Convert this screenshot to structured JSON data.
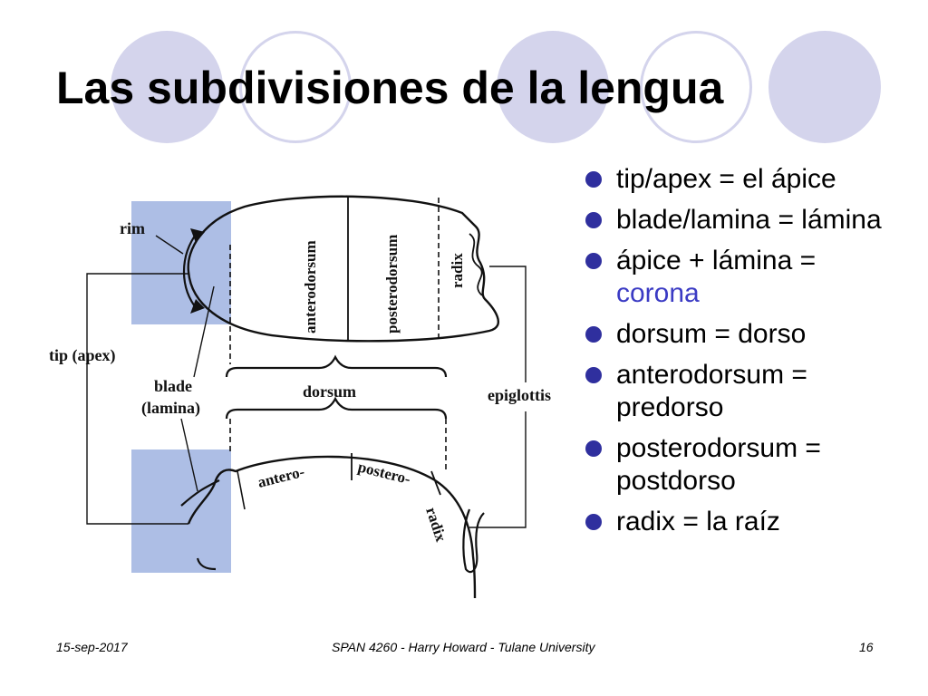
{
  "slide": {
    "title": "Las subdivisiones de la lengua",
    "bullets": [
      {
        "term": "tip/apex = el ápice",
        "value": ""
      },
      {
        "term": "blade/lamina = lámina",
        "value": ""
      },
      {
        "term": "ápice + lámina = ",
        "value": "corona"
      },
      {
        "term": "dorsum = dorso",
        "value": ""
      },
      {
        "term": "anterodorsum = predorso",
        "value": ""
      },
      {
        "term": "posterodorsum = postdorso",
        "value": ""
      },
      {
        "term": "radix = la raíz",
        "value": ""
      }
    ],
    "footer": {
      "date": "15-sep-2017",
      "course": "SPAN 4260 - Harry Howard - Tulane University",
      "page": "16"
    }
  },
  "diagram": {
    "labels": {
      "rim": "rim",
      "tip": "tip (apex)",
      "blade_line1": "blade",
      "blade_line2": "(lamina)",
      "anterodorsum": "anterodorsum",
      "posterodorsum": "posterodorsum",
      "radix_top": "radix",
      "dorsum": "dorsum",
      "epiglottis": "epiglottis",
      "antero": "antero-",
      "postero": "postero-",
      "radix_bottom": "radix"
    },
    "colors": {
      "highlight": "#9fb3e0",
      "decor_circle": "#d4d4ec",
      "bullet": "#2f2f9e",
      "accent_text": "#3b3bc4"
    }
  }
}
